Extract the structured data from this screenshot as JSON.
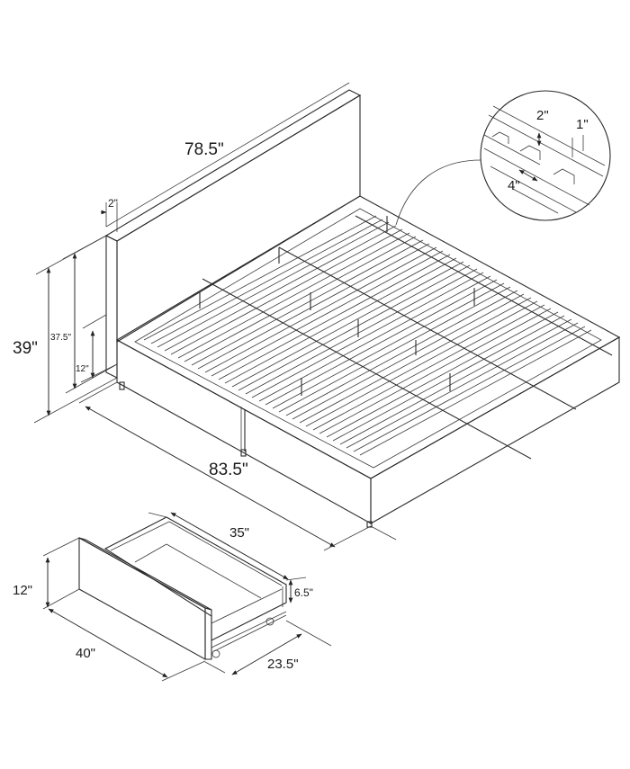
{
  "diagram": {
    "subject": "Platform bed with storage drawers - dimension drawing",
    "bed": {
      "headboard_width": "78.5\"",
      "headboard_thickness": "2\"",
      "overall_height": "39\"",
      "headboard_panel_height": "37.5\"",
      "side_rail_height": "12\"",
      "overall_length": "83.5\""
    },
    "slat_detail": {
      "slat_thickness": "2\"",
      "slat_height": "1\"",
      "slat_width": "4\""
    },
    "drawer": {
      "length": "35\"",
      "height": "12\"",
      "inner_depth": "6.5\"",
      "front_width": "40\"",
      "width": "23.5\""
    }
  }
}
